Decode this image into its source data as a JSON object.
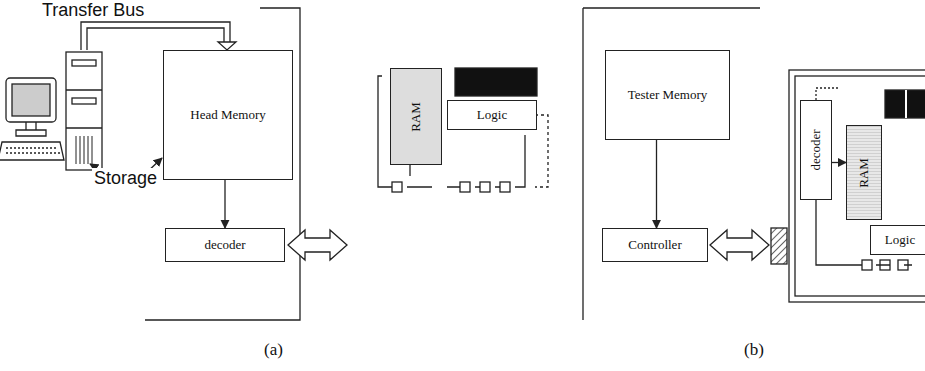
{
  "diagram": {
    "nodes": [
      {
        "text": [
          "Head Memory"
        ]
      },
      {
        "text": [
          "decoder"
        ]
      },
      {
        "text": [
          "RAM"
        ]
      },
      {
        "text": [
          "Logic"
        ]
      },
      {
        "text": [
          "Tester Memory"
        ]
      },
      {
        "text": [
          "Controller"
        ]
      },
      {
        "text": [
          "decoder"
        ]
      },
      {
        "text": [
          "RAM"
        ]
      },
      {
        "text": [
          "Logic"
        ]
      }
    ],
    "edges": [
      {
        "from": 0,
        "to": 1,
        "arrow": "to"
      },
      {
        "from": 4,
        "to": 5,
        "arrow": "to"
      },
      {
        "from": 6,
        "to": 7,
        "arrow": "to"
      }
    ],
    "labels": [
      "Transfer Bus",
      "Storage",
      "(a)",
      "(b)"
    ]
  }
}
